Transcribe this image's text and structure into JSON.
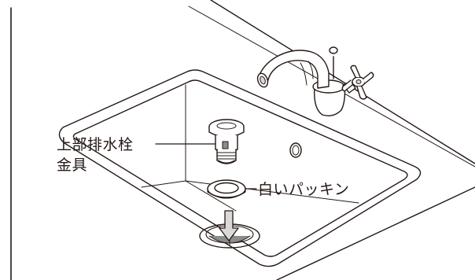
{
  "diagram": {
    "labels": {
      "drain_fitting_line1": "上部排水栓",
      "drain_fitting_line2": "金具",
      "white_packing": "白いパッキン"
    },
    "colors": {
      "stroke": "#231815",
      "fill": "#ffffff",
      "shade": "#d9d9d9",
      "dark": "#8c8c8c"
    },
    "icons": {
      "arrow": "down-arrow-icon"
    }
  }
}
